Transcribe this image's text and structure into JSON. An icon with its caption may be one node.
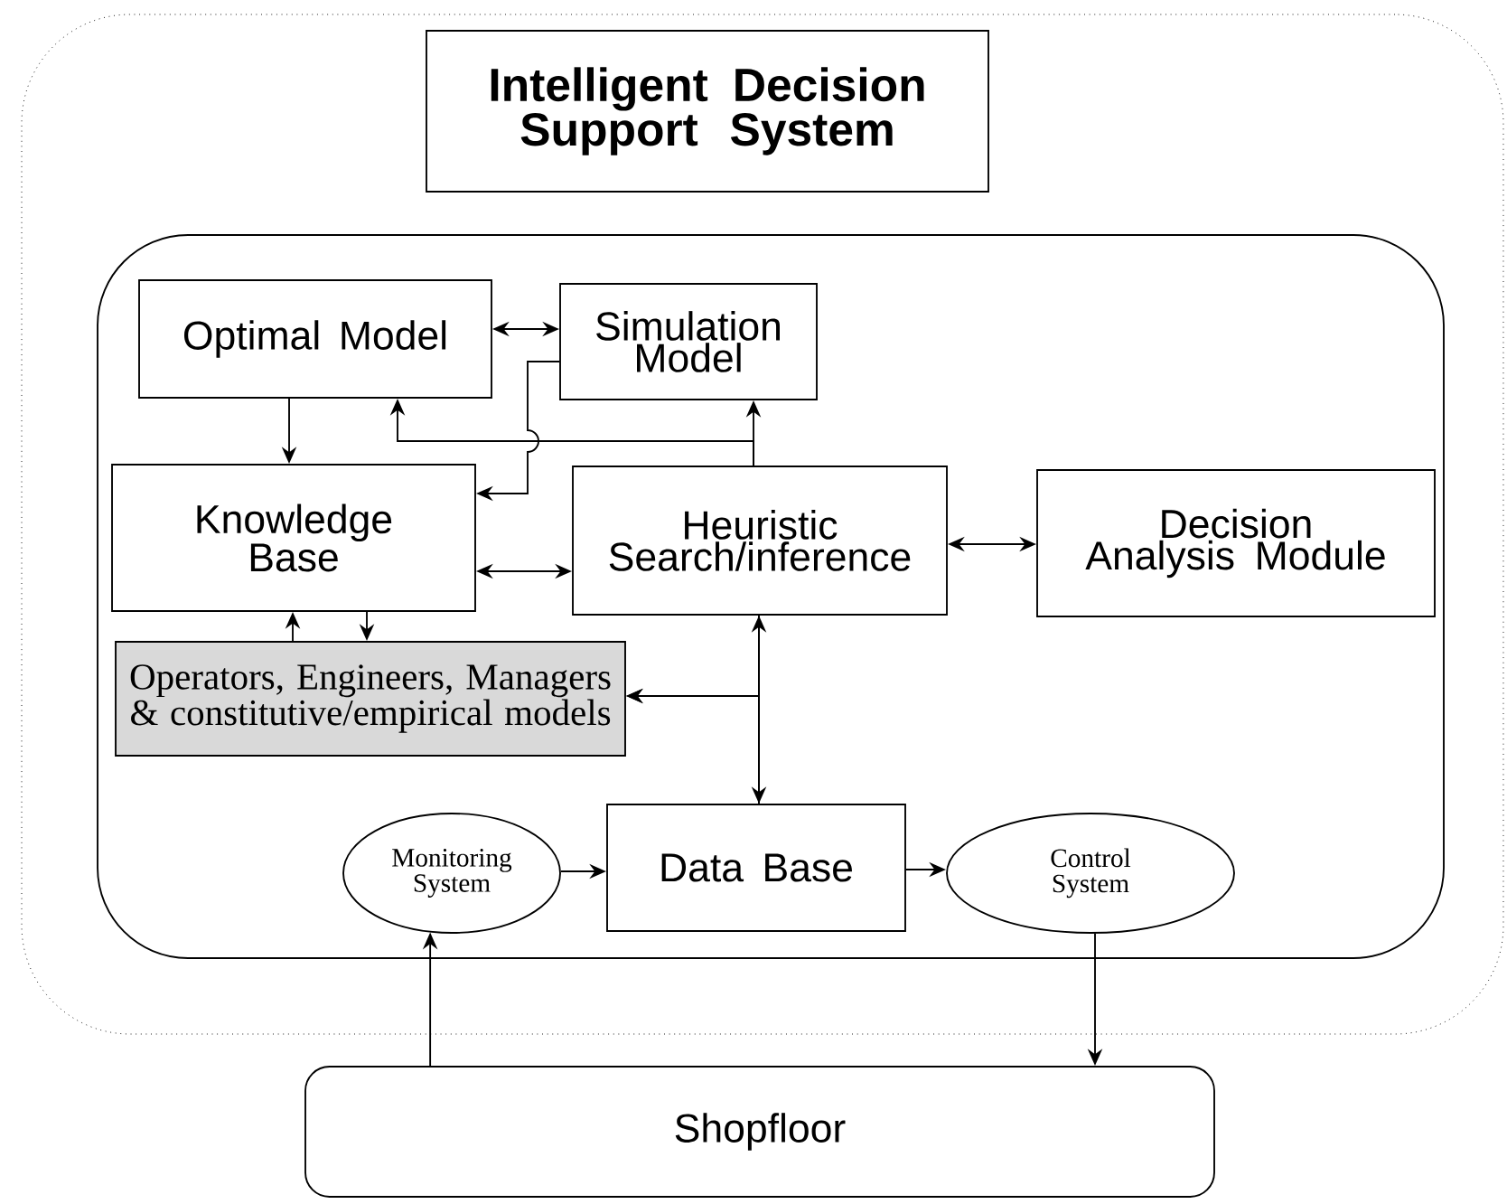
{
  "diagram": {
    "nodes": [
      {
        "text": [],
        "shape": "box"
      },
      {
        "text": [
          "Intelligent Decision Support System"
        ],
        "in": 0
      },
      {
        "text": [],
        "shape": "box",
        "in": 0
      },
      {
        "text": [
          "Optimal Model"
        ],
        "in": 2
      },
      {
        "text": [
          "Simulation Model"
        ],
        "in": 2
      },
      {
        "text": [
          "Knowledge Base"
        ],
        "in": 2
      },
      {
        "text": [
          "Heuristic Search/inference"
        ],
        "in": 2
      },
      {
        "text": [
          "Decision Analysis Module"
        ],
        "in": 2
      },
      {
        "text": [
          "Operators, Engineers, Managers & constitutive/empirical models"
        ],
        "in": 2
      },
      {
        "text": [
          "Monitoring System"
        ],
        "in": 2
      },
      {
        "text": [
          "Data Base"
        ],
        "in": 2
      },
      {
        "text": [
          "Control System"
        ],
        "in": 2
      },
      {
        "text": [
          "Shopfloor"
        ]
      }
    ],
    "edges": [
      {
        "from": 3,
        "to": 4,
        "arrow": "both"
      },
      {
        "from": 3,
        "to": 5,
        "arrow": "to"
      },
      {
        "from": 4,
        "to": 5,
        "arrow": "to"
      },
      {
        "from": 6,
        "to": 4,
        "arrow": "to"
      },
      {
        "from": 6,
        "to": 3,
        "arrow": "to"
      },
      {
        "from": 5,
        "to": 6,
        "arrow": "both"
      },
      {
        "from": 6,
        "to": 7,
        "arrow": "both"
      },
      {
        "from": 8,
        "to": 5,
        "arrow": "to"
      },
      {
        "from": 5,
        "to": 8,
        "arrow": "to"
      },
      {
        "from": 6,
        "to": 10,
        "arrow": "both"
      },
      {
        "from": 6,
        "to": 8,
        "arrow": "to"
      },
      {
        "from": 10,
        "to": 8,
        "arrow": "to"
      },
      {
        "from": 9,
        "to": 10,
        "arrow": "to"
      },
      {
        "from": 10,
        "to": 11,
        "arrow": "to"
      },
      {
        "from": 12,
        "to": 9,
        "arrow": "to"
      },
      {
        "from": 11,
        "to": 12,
        "arrow": "to"
      }
    ]
  }
}
